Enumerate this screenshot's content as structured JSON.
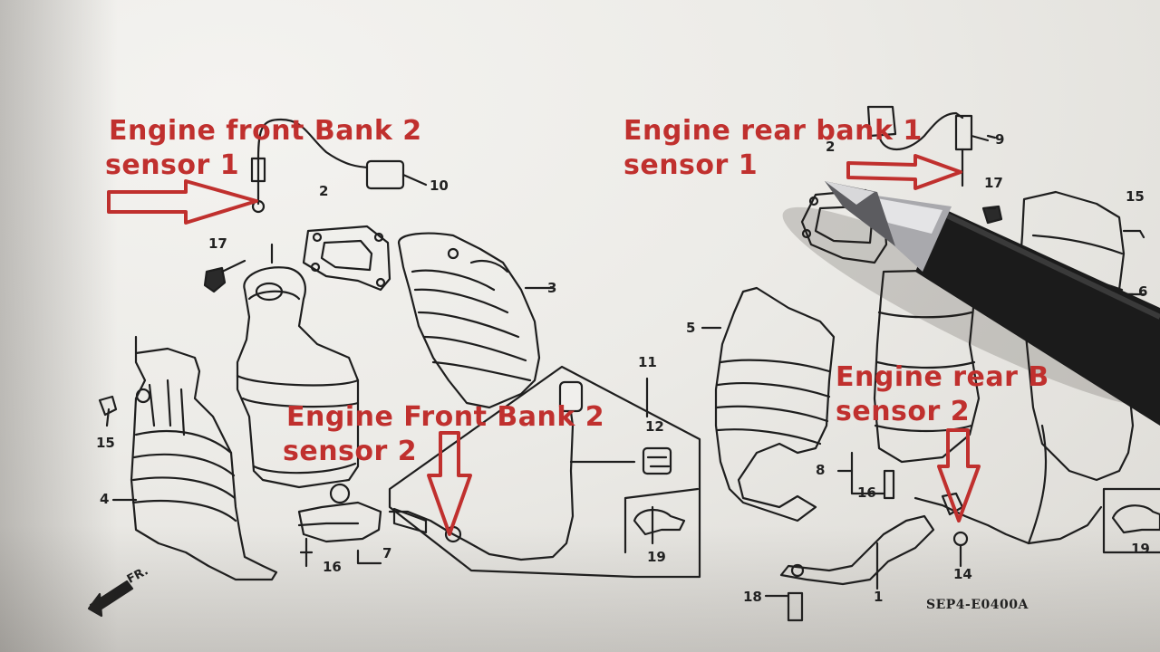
{
  "callouts": {
    "front_bank2_s1": {
      "line1": "Engine front Bank 2",
      "line2": "sensor 1"
    },
    "rear_bank1_s1": {
      "line1": "Engine rear bank 1",
      "line2": "sensor 1"
    },
    "front_bank2_s2": {
      "line1": "Engine Front Bank 2",
      "line2": "sensor 2"
    },
    "rear_bank1_s2": {
      "line1": "Engine rear B",
      "line2": "sensor 2"
    }
  },
  "part_numbers": {
    "p1": "1",
    "p2a": "2",
    "p2b": "2",
    "p3": "3",
    "p4": "4",
    "p5": "5",
    "p6": "6",
    "p7": "7",
    "p8": "8",
    "p9": "9",
    "p10": "10",
    "p11": "11",
    "p12": "12",
    "p14": "14",
    "p15a": "15",
    "p15b": "15",
    "p16a": "16",
    "p16b": "16",
    "p17a": "17",
    "p17b": "17",
    "p18": "18",
    "p19a": "19",
    "p19b": "19"
  },
  "diagram_code": "SEP4-E0400A",
  "fr_label": "FR.",
  "colors": {
    "callout_red": "#c0302e",
    "line_ink": "#1e1e1e",
    "paper": "#ecebe7"
  }
}
